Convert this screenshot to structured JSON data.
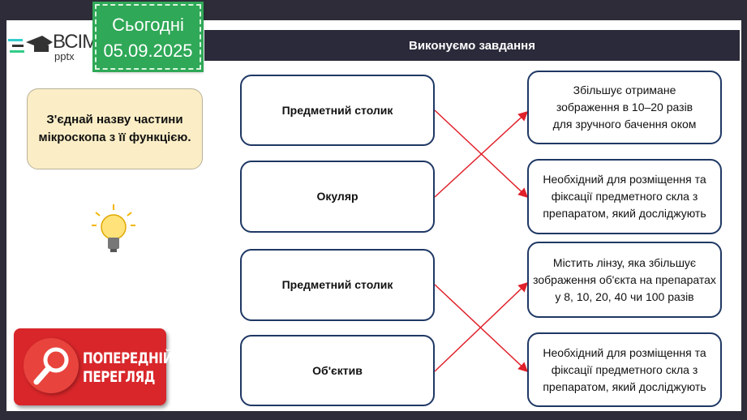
{
  "logo": {
    "brand": "ВСІМ",
    "sub": "pptx"
  },
  "date": {
    "label": "Сьогодні",
    "value": "05.09.2025"
  },
  "header": {
    "title": "Виконуємо завдання"
  },
  "task": {
    "text_line1": "З'єднай назву частини",
    "text_line2": "мікроскопа з її функцією."
  },
  "left_items": [
    {
      "label": "Предметний столик"
    },
    {
      "label": "Окуляр"
    },
    {
      "label": "Предметний  столик"
    },
    {
      "label": "Об'єктив"
    }
  ],
  "right_items": [
    {
      "text": "Збільшує отримане зображення в 10–20 разів для зручного бачення оком"
    },
    {
      "text": "Необхідний для розміщення та фіксації предметного скла з препаратом, який досліджують"
    },
    {
      "text": "Містить лінзу, яка збільшує зображення об'єкта на препаратах у 8, 10, 20, 40 чи 100 разів"
    },
    {
      "text": "Необхідний для розміщення та фіксації предметного скла з препаратом, який досліджують"
    }
  ],
  "preview": {
    "line1": "ПОПЕРЕДНІЙ",
    "line2": "ПЕРЕГЛЯД"
  },
  "colors": {
    "accent": "#2fa857",
    "connector": "#e0202a",
    "frame": "#2b2a3a"
  }
}
